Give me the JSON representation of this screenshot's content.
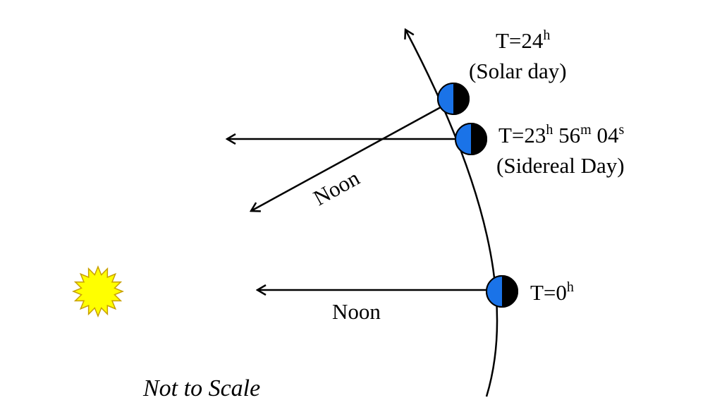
{
  "diagram": {
    "colors": {
      "line": "#000000",
      "earth_day_side": "#1a73e8",
      "earth_night_side": "#000000",
      "sun_fill": "#ffff00",
      "sun_stroke": "#c8a000"
    },
    "labels": {
      "solar_time_main": "T=24",
      "solar_time_sup": "h",
      "solar_caption": "(Solar day)",
      "sidereal_time_main": "T=23",
      "sidereal_h_sup": "h",
      "sidereal_min": " 56",
      "sidereal_m_sup": "m",
      "sidereal_sec": " 04",
      "sidereal_s_sup": "s",
      "sidereal_caption": "(Sidereal Day)",
      "start_time_main": "T=0",
      "start_time_sup": "h",
      "noon_tilted": "Noon",
      "noon_bottom": "Noon",
      "scale_note": "Not to Scale"
    },
    "icons": {
      "sun": "sun-starburst-icon",
      "earth": "half-lit-earth-icon"
    }
  }
}
